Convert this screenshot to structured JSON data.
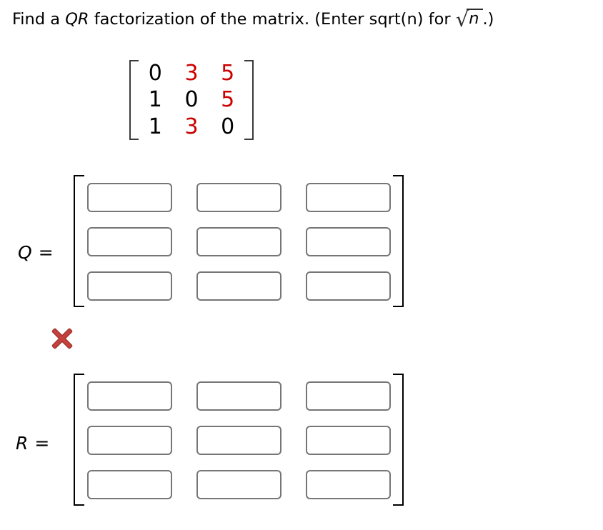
{
  "title": {
    "prefix": "Find a ",
    "matrix_names": "QR",
    "middle": " factorization of the matrix. (Enter sqrt(n) for ",
    "sqrt_arg": "n",
    "suffix": ".)"
  },
  "given_matrix": {
    "rows": 3,
    "cols": 3,
    "values": [
      [
        "0",
        "3",
        "5"
      ],
      [
        "1",
        "0",
        "5"
      ],
      [
        "1",
        "3",
        "0"
      ]
    ],
    "red_mask": [
      [
        false,
        true,
        true
      ],
      [
        false,
        false,
        true
      ],
      [
        false,
        true,
        false
      ]
    ],
    "digit_color": "#000000",
    "red_digit_color": "#cc0000"
  },
  "q_section": {
    "label": "Q",
    "equals_sign": "=",
    "inputs": [
      [
        "",
        "",
        ""
      ],
      [
        "",
        "",
        ""
      ],
      [
        "",
        "",
        ""
      ]
    ]
  },
  "grade_marker": {
    "meaning": "incorrect",
    "color": "#c5423d",
    "outline_color": "#a83732"
  },
  "r_section": {
    "label": "R",
    "equals_sign": "=",
    "inputs": [
      [
        "",
        "",
        ""
      ],
      [
        "",
        "",
        ""
      ],
      [
        "",
        "",
        ""
      ]
    ]
  }
}
